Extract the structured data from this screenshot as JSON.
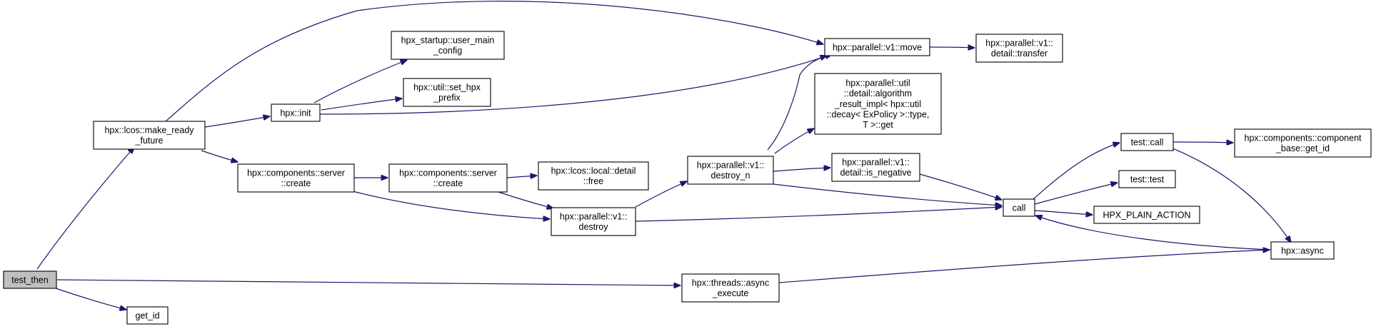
{
  "graph": {
    "edge_color": "#191970",
    "root_fill": "#bfbfbf",
    "node_fill": "#ffffff",
    "nodes": {
      "test_then": [
        "test_then"
      ],
      "get_id": [
        "get_id"
      ],
      "make_ready_future": [
        "hpx::lcos::make_ready",
        "_future"
      ],
      "hpx_init": [
        "hpx::init"
      ],
      "user_main_config": [
        "hpx_startup::user_main",
        "_config"
      ],
      "set_hpx_prefix": [
        "hpx::util::set_hpx",
        "_prefix"
      ],
      "server_create_1": [
        "hpx::components::server",
        "::create"
      ],
      "server_create_2": [
        "hpx::components::server",
        "::create"
      ],
      "lcos_local_free": [
        "hpx::lcos::local::detail",
        "::free"
      ],
      "parallel_destroy": [
        "hpx::parallel::v1::",
        "destroy"
      ],
      "destroy_n": [
        "hpx::parallel::v1::",
        "destroy_n"
      ],
      "algorithm_result_impl": [
        "hpx::parallel::util",
        "::detail::algorithm",
        "_result_impl< hpx::util",
        "::decay< ExPolicy >::type,",
        "T >::get"
      ],
      "is_negative": [
        "hpx::parallel::v1::",
        "detail::is_negative"
      ],
      "parallel_move": [
        "hpx::parallel::v1::move"
      ],
      "detail_transfer": [
        "hpx::parallel::v1::",
        "detail::transfer"
      ],
      "async_execute": [
        "hpx::threads::async",
        "_execute"
      ],
      "call": [
        "call"
      ],
      "test_call": [
        "test::call"
      ],
      "test_test": [
        "test::test"
      ],
      "hpx_plain_action": [
        "HPX_PLAIN_ACTION"
      ],
      "component_base_get_id": [
        "hpx::components::component",
        "_base::get_id"
      ],
      "hpx_async": [
        "hpx::async"
      ]
    }
  }
}
